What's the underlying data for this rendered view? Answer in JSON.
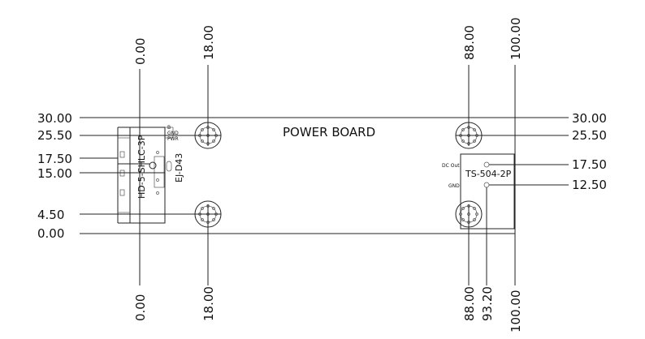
{
  "board": {
    "title": "POWER BOARD",
    "connector_left": "HD-5-SHLC-3P",
    "connector_left_b": "EJ-D43",
    "connector_right": "TS-504-2P",
    "pin_dc_out": "DC Out",
    "pin_gnd": "GND",
    "pin_top_left_a": "B",
    "pin_top_left_b": "GND",
    "pin_top_left_c": "PWR"
  },
  "dimensions": {
    "top_x": [
      "0.00",
      "18.00",
      "88.00",
      "100.00"
    ],
    "bottom_x": [
      "0.00",
      "18.00",
      "88.00",
      "93.20",
      "100.00"
    ],
    "left_y": [
      "30.00",
      "25.50",
      "17.50",
      "15.00",
      "4.50",
      "0.00"
    ],
    "right_y": [
      "30.00",
      "25.50",
      "17.50",
      "12.50"
    ]
  }
}
